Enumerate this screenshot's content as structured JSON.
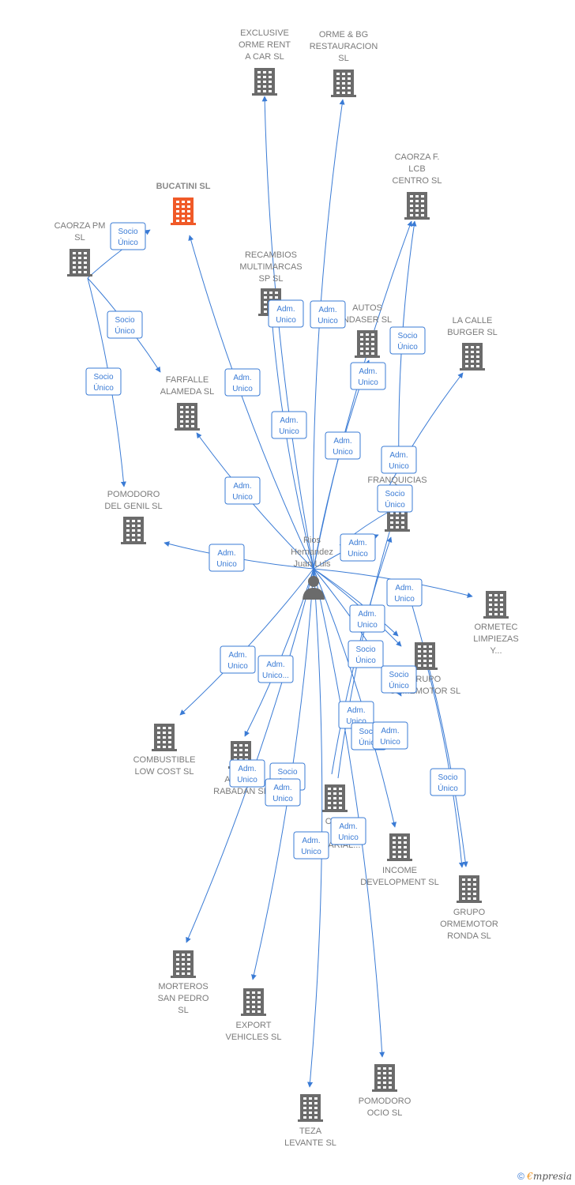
{
  "person": {
    "name": [
      "Rios",
      "Hernandez",
      "Juan Luis"
    ]
  },
  "companies": [
    {
      "id": "exclusive",
      "label": [
        "EXCLUSIVE",
        "ORME RENT",
        "A CAR  SL"
      ],
      "highlight": false
    },
    {
      "id": "ormebg",
      "label": [
        "ORME & BG",
        "RESTAURACION",
        "SL"
      ],
      "highlight": false
    },
    {
      "id": "bucatini",
      "label": [
        "BUCATINI  SL"
      ],
      "highlight": true
    },
    {
      "id": "caorzaf",
      "label": [
        "CAORZA F.",
        "LCB",
        "CENTRO  SL"
      ],
      "highlight": false
    },
    {
      "id": "caorzapm",
      "label": [
        "CAORZA PM",
        "SL"
      ],
      "highlight": false
    },
    {
      "id": "recambios",
      "label": [
        "RECAMBIOS",
        "MULTIMARCAS",
        "SP SL"
      ],
      "highlight": false
    },
    {
      "id": "autos",
      "label": [
        "AUTOS",
        "NDASER SL"
      ],
      "highlight": false
    },
    {
      "id": "lacalle",
      "label": [
        "LA CALLE",
        "BURGER  SL"
      ],
      "highlight": false
    },
    {
      "id": "farfalle",
      "label": [
        "FARFALLE",
        "ALAMEDA  SL"
      ],
      "highlight": false
    },
    {
      "id": "franquicias",
      "label": [
        "C...",
        "FRANQUICIAS"
      ],
      "highlight": false
    },
    {
      "id": "pomodorogenil",
      "label": [
        "POMODORO",
        "DEL GENIL  SL"
      ],
      "highlight": false
    },
    {
      "id": "ormetec",
      "label": [
        "ORMETEC",
        "LIMPIEZAS",
        "Y..."
      ],
      "highlight": false
    },
    {
      "id": "grupoormemotor",
      "label": [
        "GRUPO",
        "ORMEMOTOR SL"
      ],
      "highlight": false
    },
    {
      "id": "combustible",
      "label": [
        "COMBUSTIBLE",
        "LOW COST  SL"
      ],
      "highlight": false
    },
    {
      "id": "agro",
      "label": [
        "AGRO...",
        "RABADAN  SL"
      ],
      "highlight": false
    },
    {
      "id": "empresarial",
      "label": [
        "CA...",
        "...",
        "...ESARIAL..."
      ],
      "highlight": false
    },
    {
      "id": "income",
      "label": [
        "INCOME",
        "DEVELOPMENT  SL"
      ],
      "highlight": false
    },
    {
      "id": "ronda",
      "label": [
        "GRUPO",
        "ORMEMOTOR",
        "RONDA  SL"
      ],
      "highlight": false
    },
    {
      "id": "morteros",
      "label": [
        "MORTEROS",
        "SAN PEDRO",
        "SL"
      ],
      "highlight": false
    },
    {
      "id": "export",
      "label": [
        "EXPORT",
        "VEHICLES  SL"
      ],
      "highlight": false
    },
    {
      "id": "pomodoroocio",
      "label": [
        "POMODORO",
        "OCIO  SL"
      ],
      "highlight": false
    },
    {
      "id": "teza",
      "label": [
        "TEZA",
        "LEVANTE  SL"
      ],
      "highlight": false
    }
  ],
  "edge_labels": [
    {
      "id": "e-caorzapm-bucatini",
      "text": [
        "Socio",
        "Único"
      ]
    },
    {
      "id": "e-caorzapm-farfalle",
      "text": [
        "Socio",
        "Único"
      ]
    },
    {
      "id": "e-caorzapm-pomodorogenil",
      "text": [
        "Socio",
        "Único"
      ]
    },
    {
      "id": "e-person-recambios",
      "text": [
        "Adm.",
        "Unico"
      ]
    },
    {
      "id": "e-person-exclusive",
      "text": [
        "Adm.",
        "Unico"
      ]
    },
    {
      "id": "e-person-bucatini",
      "text": [
        "Adm.",
        "Unico"
      ]
    },
    {
      "id": "e-person-ormebg",
      "text": [
        "Adm.",
        "Unico"
      ]
    },
    {
      "id": "e-autos-caorzaf",
      "text": [
        "Socio",
        "Único"
      ]
    },
    {
      "id": "e-person-autos",
      "text": [
        "Adm.",
        "Unico"
      ]
    },
    {
      "id": "e-person-caorzaf",
      "text": [
        "Adm.",
        "Unico"
      ]
    },
    {
      "id": "e-person-lacalle",
      "text": [
        "Adm.",
        "Unico"
      ]
    },
    {
      "id": "e-person-farfalle",
      "text": [
        "Adm.",
        "Unico"
      ]
    },
    {
      "id": "e-person-franq-socio",
      "text": [
        "Socio",
        "Único"
      ]
    },
    {
      "id": "e-person-franquicias",
      "text": [
        "Adm.",
        "Unico"
      ]
    },
    {
      "id": "e-person-pomodorogenil",
      "text": [
        "Adm.",
        "Unico"
      ]
    },
    {
      "id": "e-person-ormetec",
      "text": [
        "Adm.",
        "Unico"
      ]
    },
    {
      "id": "e-person-grupo",
      "text": [
        "Adm.",
        "Unico"
      ]
    },
    {
      "id": "e-person-grupo-socio",
      "text": [
        "Socio",
        "Único"
      ]
    },
    {
      "id": "e-person-combustible",
      "text": [
        "Adm.",
        "Unico"
      ]
    },
    {
      "id": "e-person-agro",
      "text": [
        "Adm.",
        "Unico..."
      ]
    },
    {
      "id": "e-grupo-ronda",
      "text": [
        "Socio",
        "Único"
      ]
    },
    {
      "id": "e-person-empresarial",
      "text": [
        "Adm.",
        "Unico"
      ]
    },
    {
      "id": "e-person-income-socio",
      "text": [
        "Socio",
        "Único"
      ]
    },
    {
      "id": "e-person-income",
      "text": [
        "Adm.",
        "Unico"
      ]
    },
    {
      "id": "e-grupo-ronda-socio",
      "text": [
        "Socio",
        "Único"
      ]
    },
    {
      "id": "e-person-morteros",
      "text": [
        "Adm.",
        "Unico"
      ]
    },
    {
      "id": "e-agro-socio",
      "text": [
        "Socio",
        "Único"
      ]
    },
    {
      "id": "e-person-export",
      "text": [
        "Adm.",
        "Unico"
      ]
    },
    {
      "id": "e-person-teza",
      "text": [
        "Adm.",
        "Unico"
      ]
    },
    {
      "id": "e-person-pomodoroocio",
      "text": [
        "Adm.",
        "Unico"
      ]
    }
  ],
  "footer": {
    "copyright": "©",
    "brand_first": "€",
    "brand_rest": "mpresia"
  },
  "colors": {
    "edge": "#3a7bd5",
    "node": "#6b6b6b",
    "highlight": "#f05a28",
    "label": "#7a7a7a"
  }
}
